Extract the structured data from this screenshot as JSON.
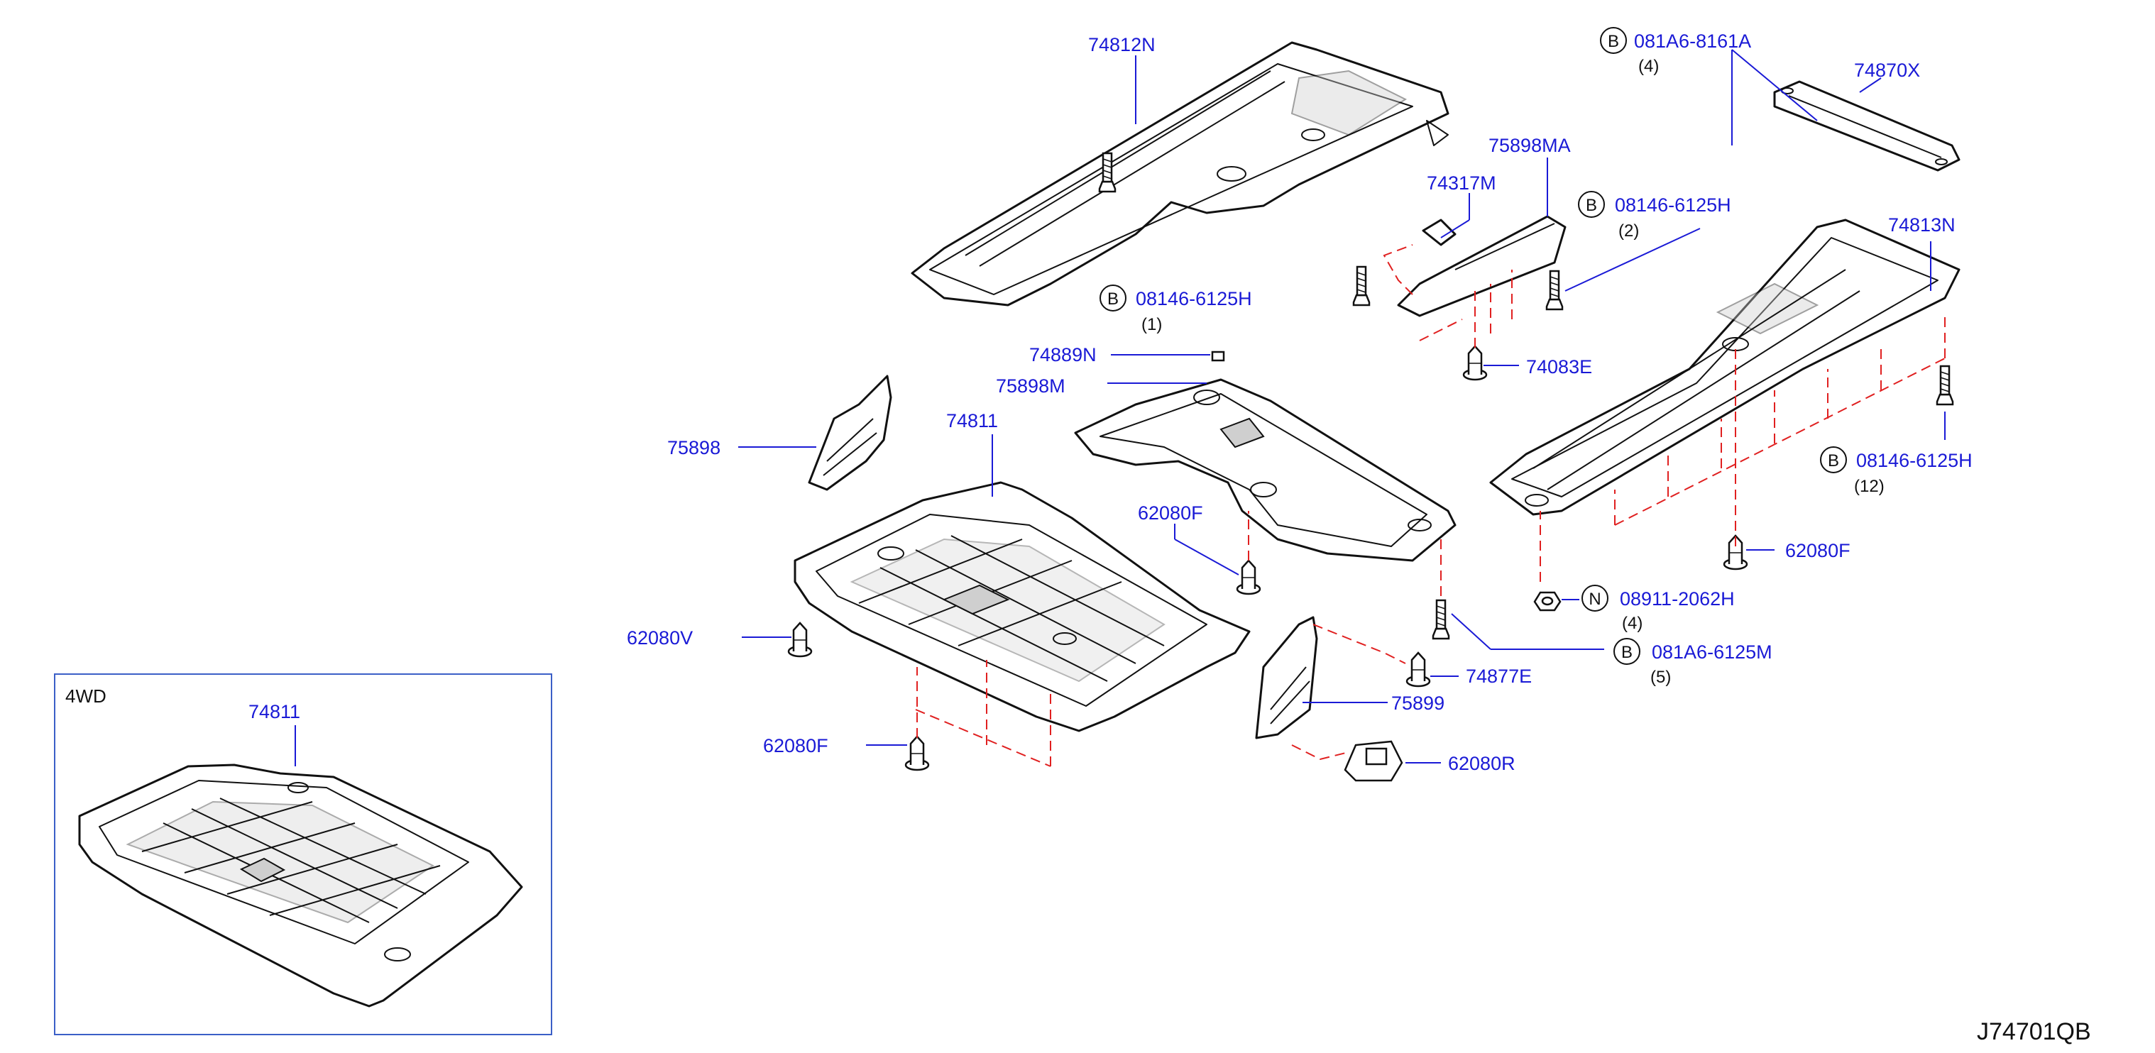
{
  "diagram": {
    "code": "J74701QB",
    "inset": {
      "title": "4WD",
      "part_label": "74811"
    },
    "colors": {
      "label": "#1a1ad6",
      "dash": "#e02020",
      "line": "#111111",
      "frame": "#3b5fc7"
    },
    "callouts": [
      {
        "id": "c_74812N",
        "text": "74812N"
      },
      {
        "id": "c_081A6_8161A",
        "prefix": "B",
        "text": "081A6-8161A",
        "qty": "(4)"
      },
      {
        "id": "c_74870X",
        "text": "74870X"
      },
      {
        "id": "c_75898MA",
        "text": "75898MA"
      },
      {
        "id": "c_74317M",
        "text": "74317M"
      },
      {
        "id": "c_08146_6125H_2",
        "prefix": "B",
        "text": "08146-6125H",
        "qty": "(2)"
      },
      {
        "id": "c_74813N",
        "text": "74813N"
      },
      {
        "id": "c_08146_6125H_1",
        "prefix": "B",
        "text": "08146-6125H",
        "qty": "(1)"
      },
      {
        "id": "c_74889N",
        "text": "74889N"
      },
      {
        "id": "c_74083E",
        "text": "74083E"
      },
      {
        "id": "c_75898M",
        "text": "75898M"
      },
      {
        "id": "c_75898",
        "text": "75898"
      },
      {
        "id": "c_74811",
        "text": "74811"
      },
      {
        "id": "c_08146_6125H_12",
        "prefix": "B",
        "text": "08146-6125H",
        "qty": "(12)"
      },
      {
        "id": "c_62080F_a",
        "text": "62080F"
      },
      {
        "id": "c_62080F_b",
        "text": "62080F"
      },
      {
        "id": "c_08911_2062H",
        "prefix": "N",
        "text": "08911-2062H",
        "qty": "(4)"
      },
      {
        "id": "c_62080V",
        "text": "62080V"
      },
      {
        "id": "c_081A6_6125M",
        "prefix": "B",
        "text": "081A6-6125M",
        "qty": "(5)"
      },
      {
        "id": "c_74877E",
        "text": "74877E"
      },
      {
        "id": "c_75899",
        "text": "75899"
      },
      {
        "id": "c_62080F_c",
        "text": "62080F"
      },
      {
        "id": "c_62080R",
        "text": "62080R"
      }
    ]
  }
}
